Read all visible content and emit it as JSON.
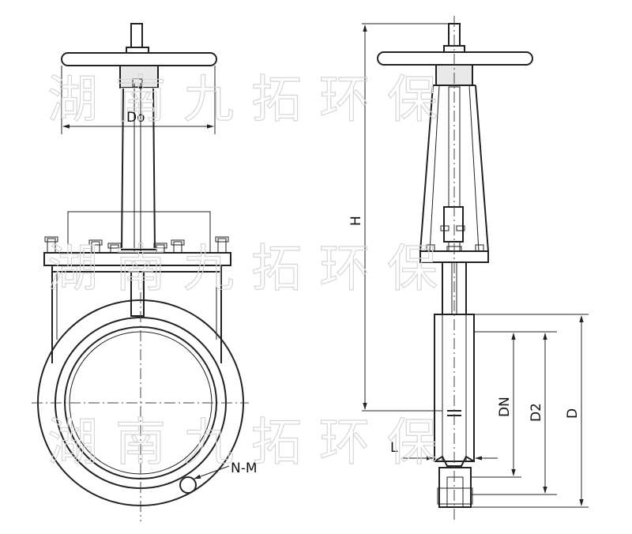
{
  "labels": {
    "do": "Do",
    "h": "H",
    "dn": "DN",
    "d2": "D2",
    "d": "D",
    "l": "L",
    "nm": "N-M"
  },
  "watermark": "湖南九拓环保",
  "colors": {
    "line": "#222222",
    "watermark": "#d6d6d6"
  }
}
